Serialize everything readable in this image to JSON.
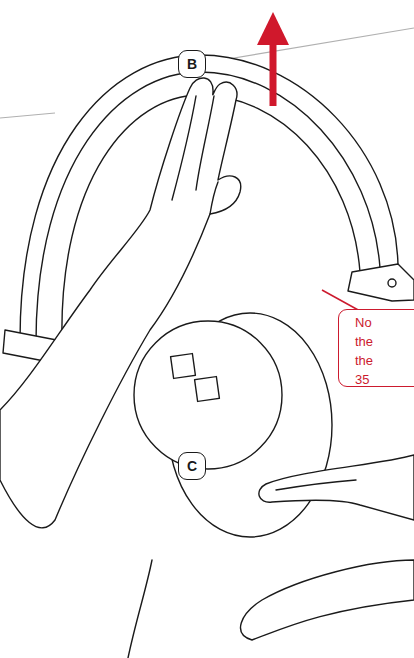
{
  "diagram": {
    "nodes": [
      {
        "text": [
          "B"
        ]
      },
      {
        "text": [
          "No the the 35"
        ]
      },
      {
        "text": [
          "C"
        ]
      }
    ]
  }
}
